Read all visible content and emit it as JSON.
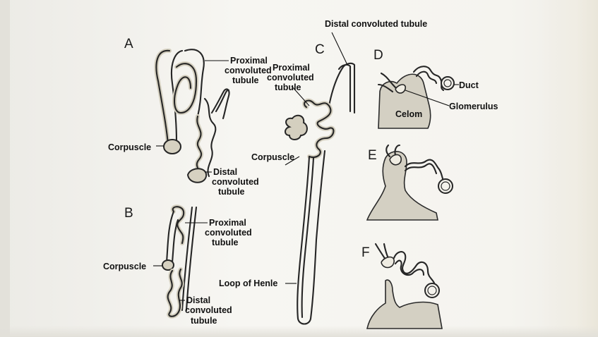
{
  "panels": {
    "A": {
      "letter": "A",
      "proximal_1": "Proximal",
      "proximal_2": "convoluted",
      "proximal_3": "tubule",
      "corpuscle": "Corpuscle",
      "distal_1": "Distal",
      "distal_2": "convoluted",
      "distal_3": "tubule"
    },
    "B": {
      "letter": "B",
      "proximal_1": "Proximal",
      "proximal_2": "convoluted",
      "proximal_3": "tubule",
      "corpuscle": "Corpuscle",
      "distal_1": "Distal",
      "distal_2": "convoluted",
      "distal_3": "tubule"
    },
    "C": {
      "letter": "C",
      "distal": "Distal convoluted tubule",
      "proximal_1": "Proximal",
      "proximal_2": "convoluted",
      "proximal_3": "tubule",
      "corpuscle": "Corpuscle",
      "loop": "Loop of Henle"
    },
    "D": {
      "letter": "D",
      "duct": "Duct",
      "glomerulus": "Glomerulus",
      "celom": "Celom"
    },
    "E": {
      "letter": "E"
    },
    "F": {
      "letter": "F"
    }
  }
}
